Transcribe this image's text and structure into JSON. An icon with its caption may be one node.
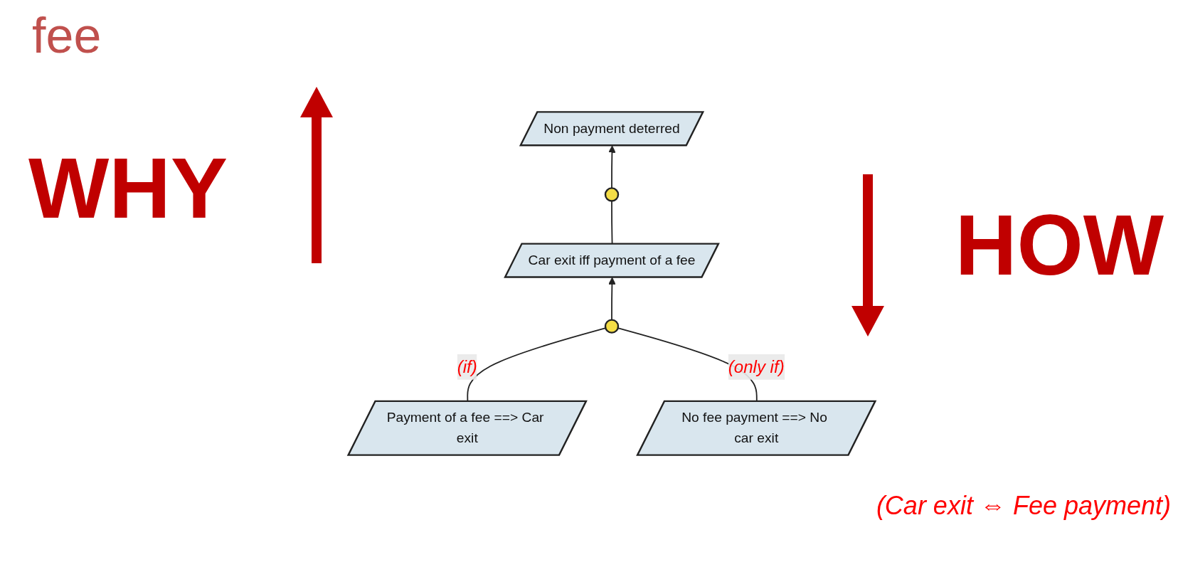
{
  "diagram": {
    "title": "fee",
    "nodes": [
      {
        "text": [
          "Non payment deterred"
        ]
      },
      {
        "text": [],
        "shape": "circle"
      },
      {
        "text": [
          "Car exit iff payment of a fee"
        ]
      },
      {
        "text": [],
        "shape": "circle"
      },
      {
        "text": [
          "Payment of a fee ==> Car exit"
        ]
      },
      {
        "text": [
          "No fee payment ==> No car exit"
        ]
      }
    ],
    "edges": [
      {
        "from": 1,
        "to": 0,
        "arrow": "to"
      },
      {
        "from": 2,
        "to": 1,
        "arrow": "none"
      },
      {
        "from": 3,
        "to": 2,
        "arrow": "to"
      },
      {
        "from": 4,
        "to": 3,
        "arrow": "none",
        "label": "(if)"
      },
      {
        "from": 5,
        "to": 3,
        "arrow": "none",
        "label": "(only if)"
      }
    ],
    "labels": [
      "WHY",
      "HOW",
      "(Car exit ⇔ Fee payment)"
    ]
  }
}
